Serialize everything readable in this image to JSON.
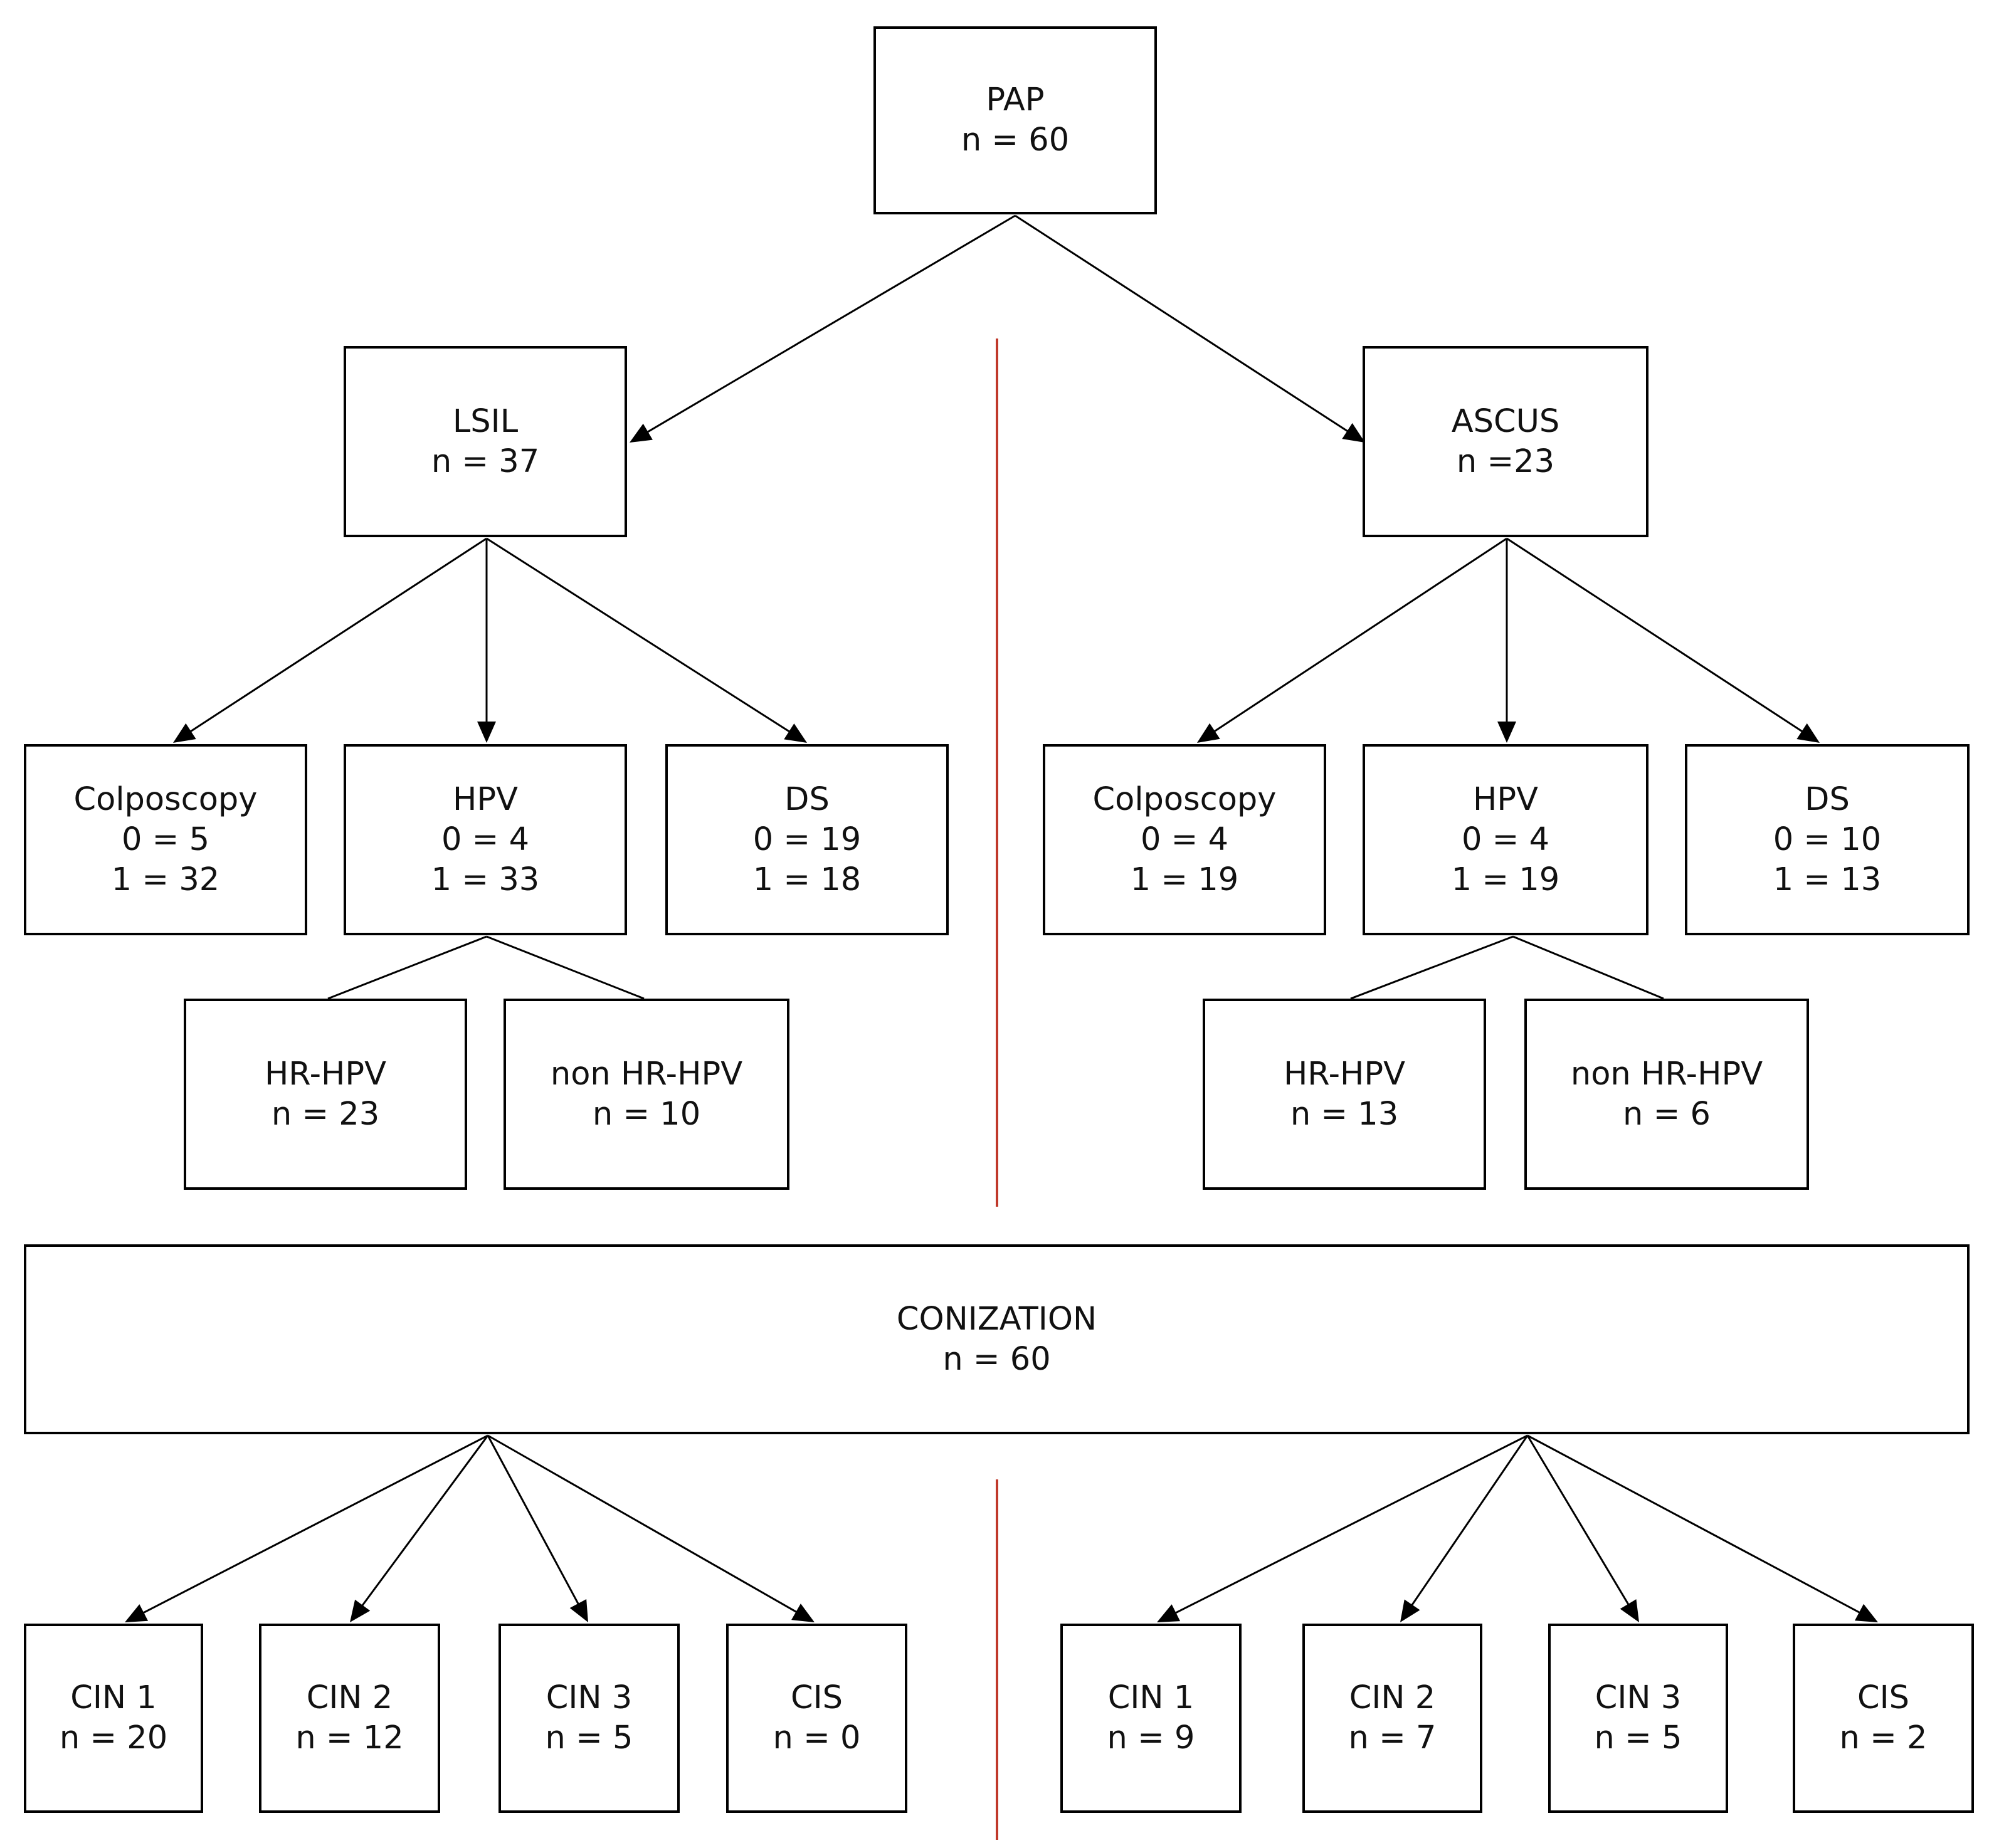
{
  "root": {
    "title": "PAP",
    "count": "n = 60"
  },
  "lsil": {
    "title": "LSIL",
    "count": "n = 37",
    "colposcopy": {
      "title": "Colposcopy",
      "zero": "0 = 5",
      "one": "1 = 32"
    },
    "hpv": {
      "title": "HPV",
      "zero": "0 = 4",
      "one": "1 = 33"
    },
    "ds": {
      "title": "DS",
      "zero": "0 = 19",
      "one": "1 = 18"
    },
    "hr_hpv": {
      "title": "HR-HPV",
      "count": "n = 23"
    },
    "non_hr_hpv": {
      "title": "non HR-HPV",
      "count": "n = 10"
    }
  },
  "ascus": {
    "title": "ASCUS",
    "count": "n =23",
    "colposcopy": {
      "title": "Colposcopy",
      "zero": "0 = 4",
      "one": "1 = 19"
    },
    "hpv": {
      "title": "HPV",
      "zero": "0 = 4",
      "one": "1 = 19"
    },
    "ds": {
      "title": "DS",
      "zero": "0 = 10",
      "one": "1 = 13"
    },
    "hr_hpv": {
      "title": "HR-HPV",
      "count": "n = 13"
    },
    "non_hr_hpv": {
      "title": "non HR-HPV",
      "count": "n = 6"
    }
  },
  "conization": {
    "title": "CONIZATION",
    "count": "n = 60"
  },
  "lsil_outcomes": [
    {
      "title": "CIN 1",
      "count": "n = 20"
    },
    {
      "title": "CIN 2",
      "count": "n = 12"
    },
    {
      "title": "CIN 3",
      "count": "n = 5"
    },
    {
      "title": "CIS",
      "count": "n = 0"
    }
  ],
  "ascus_outcomes": [
    {
      "title": "CIN 1",
      "count": "n = 9"
    },
    {
      "title": "CIN 2",
      "count": "n = 7"
    },
    {
      "title": "CIN 3",
      "count": "n = 5"
    },
    {
      "title": "CIS",
      "count": "n = 2"
    }
  ],
  "colors": {
    "divider": "#c0392b",
    "line": "#000000"
  }
}
